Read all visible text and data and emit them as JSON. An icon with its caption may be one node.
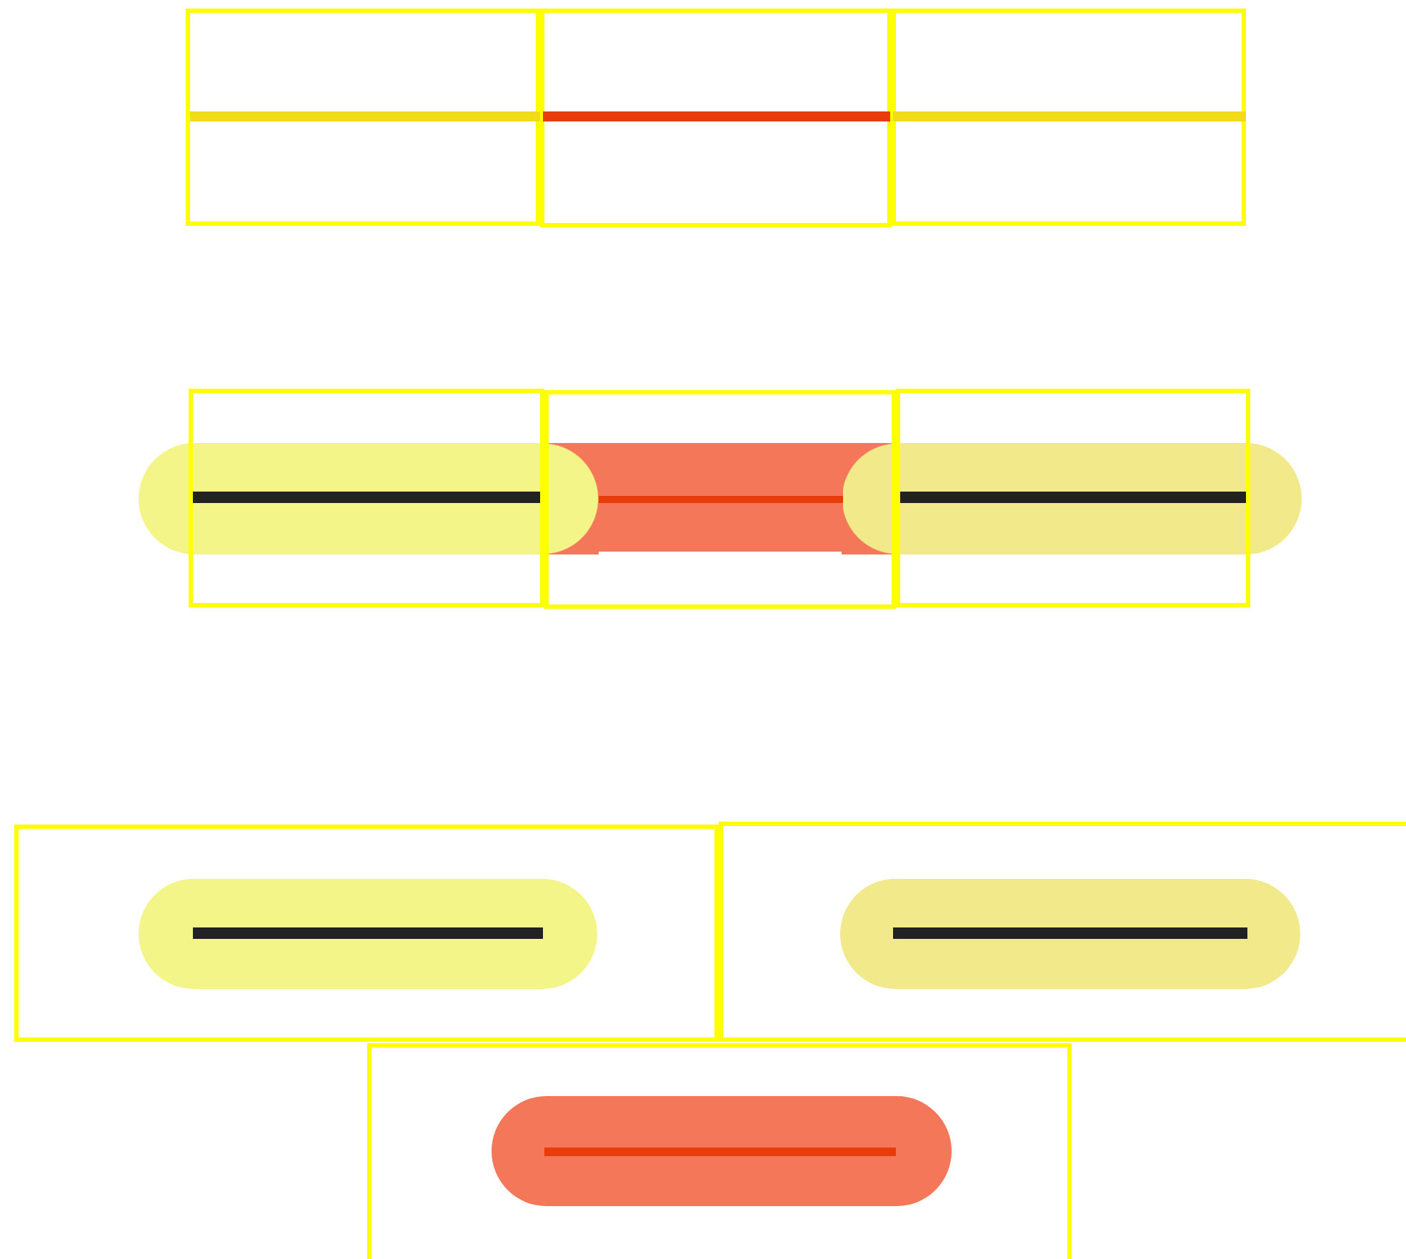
{
  "diagram": {
    "nodes": [
      {
        "text": [],
        "shape": "box"
      },
      {
        "text": [],
        "shape": "box"
      },
      {
        "text": [],
        "shape": "box"
      },
      {
        "text": [],
        "shape": "box"
      },
      {
        "text": [],
        "shape": "box"
      },
      {
        "text": [],
        "shape": "box"
      },
      {
        "text": [],
        "shape": "bar"
      },
      {
        "text": [],
        "shape": "bar",
        "in": 4
      },
      {
        "text": [],
        "shape": "bar"
      },
      {
        "text": [],
        "shape": "box"
      },
      {
        "text": [],
        "shape": "box"
      },
      {
        "text": [],
        "shape": "box"
      },
      {
        "text": [],
        "shape": "bar",
        "in": 9
      },
      {
        "text": [],
        "shape": "bar",
        "in": 10
      },
      {
        "text": [],
        "shape": "bar",
        "in": 11
      }
    ],
    "edges": []
  }
}
